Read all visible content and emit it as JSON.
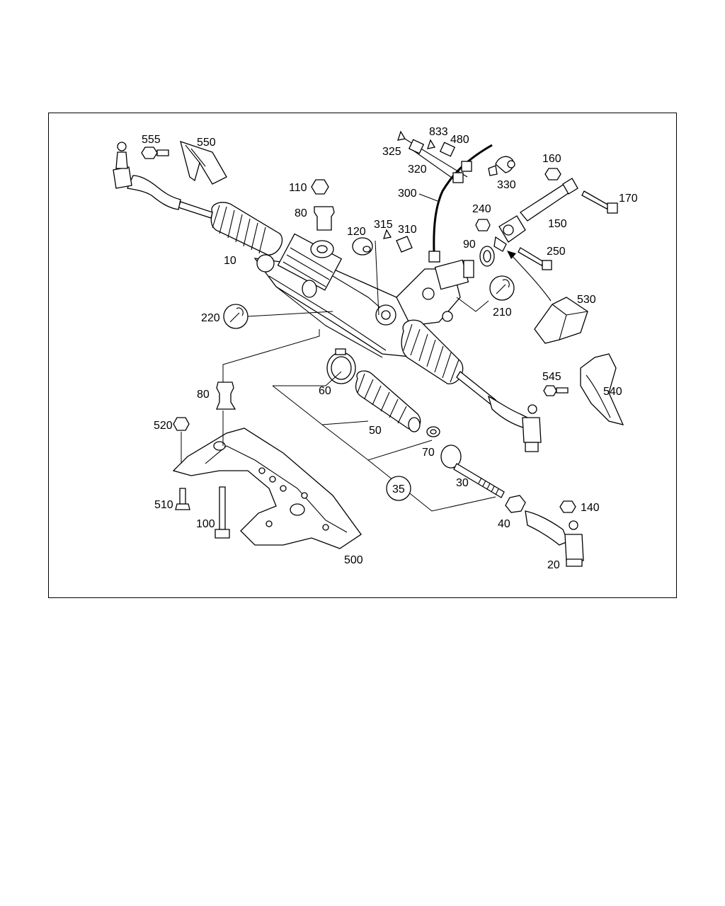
{
  "diagram": {
    "callouts": {
      "c555": "555",
      "c550": "550",
      "c833": "833",
      "c480": "480",
      "c325": "325",
      "c320": "320",
      "c330": "330",
      "c160": "160",
      "c110": "110",
      "c300": "300",
      "c170": "170",
      "c80a": "80",
      "c240": "240",
      "c315": "315",
      "c310": "310",
      "c120": "120",
      "c150": "150",
      "c10": "10",
      "c90": "90",
      "c250": "250",
      "c530": "530",
      "c210": "210",
      "c220": "220",
      "c545": "545",
      "c540": "540",
      "c80b": "80",
      "c60": "60",
      "c520": "520",
      "c50": "50",
      "c70": "70",
      "c30": "30",
      "c35": "35",
      "c510": "510",
      "c140": "140",
      "c100": "100",
      "c40": "40",
      "c500": "500",
      "c20": "20"
    }
  }
}
